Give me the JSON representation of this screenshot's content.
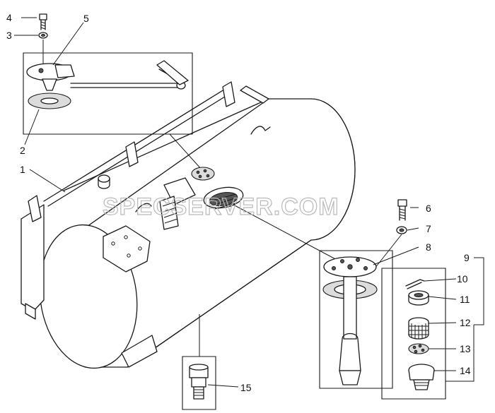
{
  "watermark": "SPECSERVER.COM",
  "callouts": [
    {
      "id": "c1",
      "text": "1"
    },
    {
      "id": "c2",
      "text": "2"
    },
    {
      "id": "c3",
      "text": "3"
    },
    {
      "id": "c4",
      "text": "4"
    },
    {
      "id": "c5",
      "text": "5"
    },
    {
      "id": "c6",
      "text": "6"
    },
    {
      "id": "c7",
      "text": "7"
    },
    {
      "id": "c8",
      "text": "8"
    },
    {
      "id": "c9",
      "text": "9"
    },
    {
      "id": "c10",
      "text": "10"
    },
    {
      "id": "c11",
      "text": "11"
    },
    {
      "id": "c12",
      "text": "12"
    },
    {
      "id": "c13",
      "text": "13"
    },
    {
      "id": "c14",
      "text": "14"
    },
    {
      "id": "c15",
      "text": "15"
    }
  ]
}
